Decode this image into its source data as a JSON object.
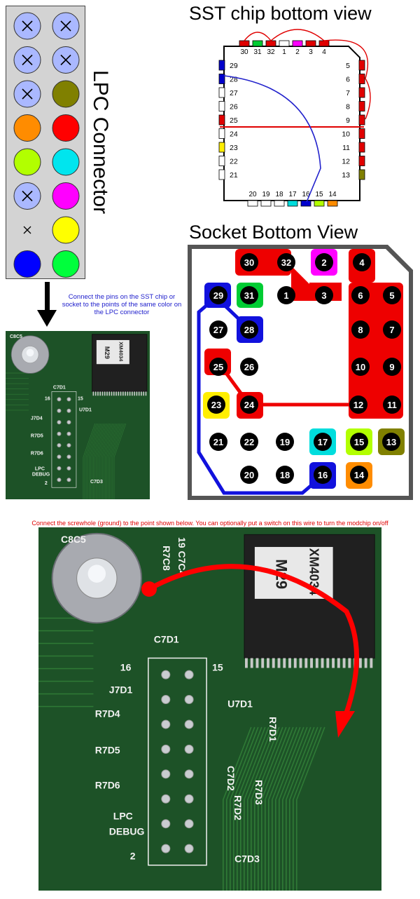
{
  "lpc": {
    "title": "LPC Connector",
    "pins": [
      {
        "left": "x",
        "right": "x"
      },
      {
        "left": "x",
        "right": "x"
      },
      {
        "left": "x",
        "right": "#808000"
      },
      {
        "left": "#ff8c00",
        "right": "#ff0000"
      },
      {
        "left": "#b2ff00",
        "right": "#00e5ee"
      },
      {
        "left": "x",
        "right": "#ff00ff"
      },
      {
        "left": "x-plain",
        "right": "#ffff00"
      },
      {
        "left": "#0000ff",
        "right": "#00ff3c"
      }
    ]
  },
  "sst": {
    "title": "SST chip bottom view",
    "top_pins": [
      "30",
      "31",
      "32",
      "1",
      "2",
      "3",
      "4"
    ],
    "left_pins": [
      "29",
      "28",
      "27",
      "26",
      "25",
      "24",
      "23",
      "22",
      "21"
    ],
    "right_pins": [
      "5",
      "6",
      "7",
      "8",
      "9",
      "10",
      "11",
      "12",
      "13"
    ],
    "bottom_pins": [
      "20",
      "19",
      "18",
      "17",
      "16",
      "15",
      "14"
    ]
  },
  "socket": {
    "title": "Socket Bottom View",
    "pins": [
      "30",
      "32",
      "2",
      "4",
      "29",
      "31",
      "1",
      "3",
      "6",
      "5",
      "27",
      "28",
      "8",
      "7",
      "25",
      "26",
      "10",
      "9",
      "23",
      "24",
      "12",
      "11",
      "21",
      "22",
      "19",
      "17",
      "15",
      "13",
      "20",
      "18",
      "16",
      "14"
    ]
  },
  "notes": {
    "connect": "Connect the pins on the SST chip or socket to the points of the same color on the LPC connector",
    "ground": "Connect the screwhole (ground) to the point shown below. You can optionally put a switch on this wire to turn the modchip on/off"
  },
  "pcb_small": {
    "labels": [
      "C8C5",
      "C7D1",
      "16",
      "15",
      "J7D4",
      "R7D5",
      "R7D6",
      "LPC",
      "DEBUG",
      "2",
      "U7D1",
      "C7D3",
      "M29",
      "XM4034"
    ]
  },
  "pcb_large": {
    "labels": [
      "C8C5",
      "R7C8",
      "19 C7C4",
      "M29",
      "XM4034",
      "C7D1",
      "16",
      "15",
      "J7D1",
      "R7D4",
      "R7D5",
      "R7D6",
      "LPC",
      "DEBUG",
      "2",
      "U7D1",
      "R7D1",
      "C7D2",
      "R7D3",
      "R7D2",
      "C7D3"
    ]
  },
  "colors": {
    "red": "#ff0000",
    "blue": "#0000ff",
    "pin_bg": "#aab8ff"
  }
}
